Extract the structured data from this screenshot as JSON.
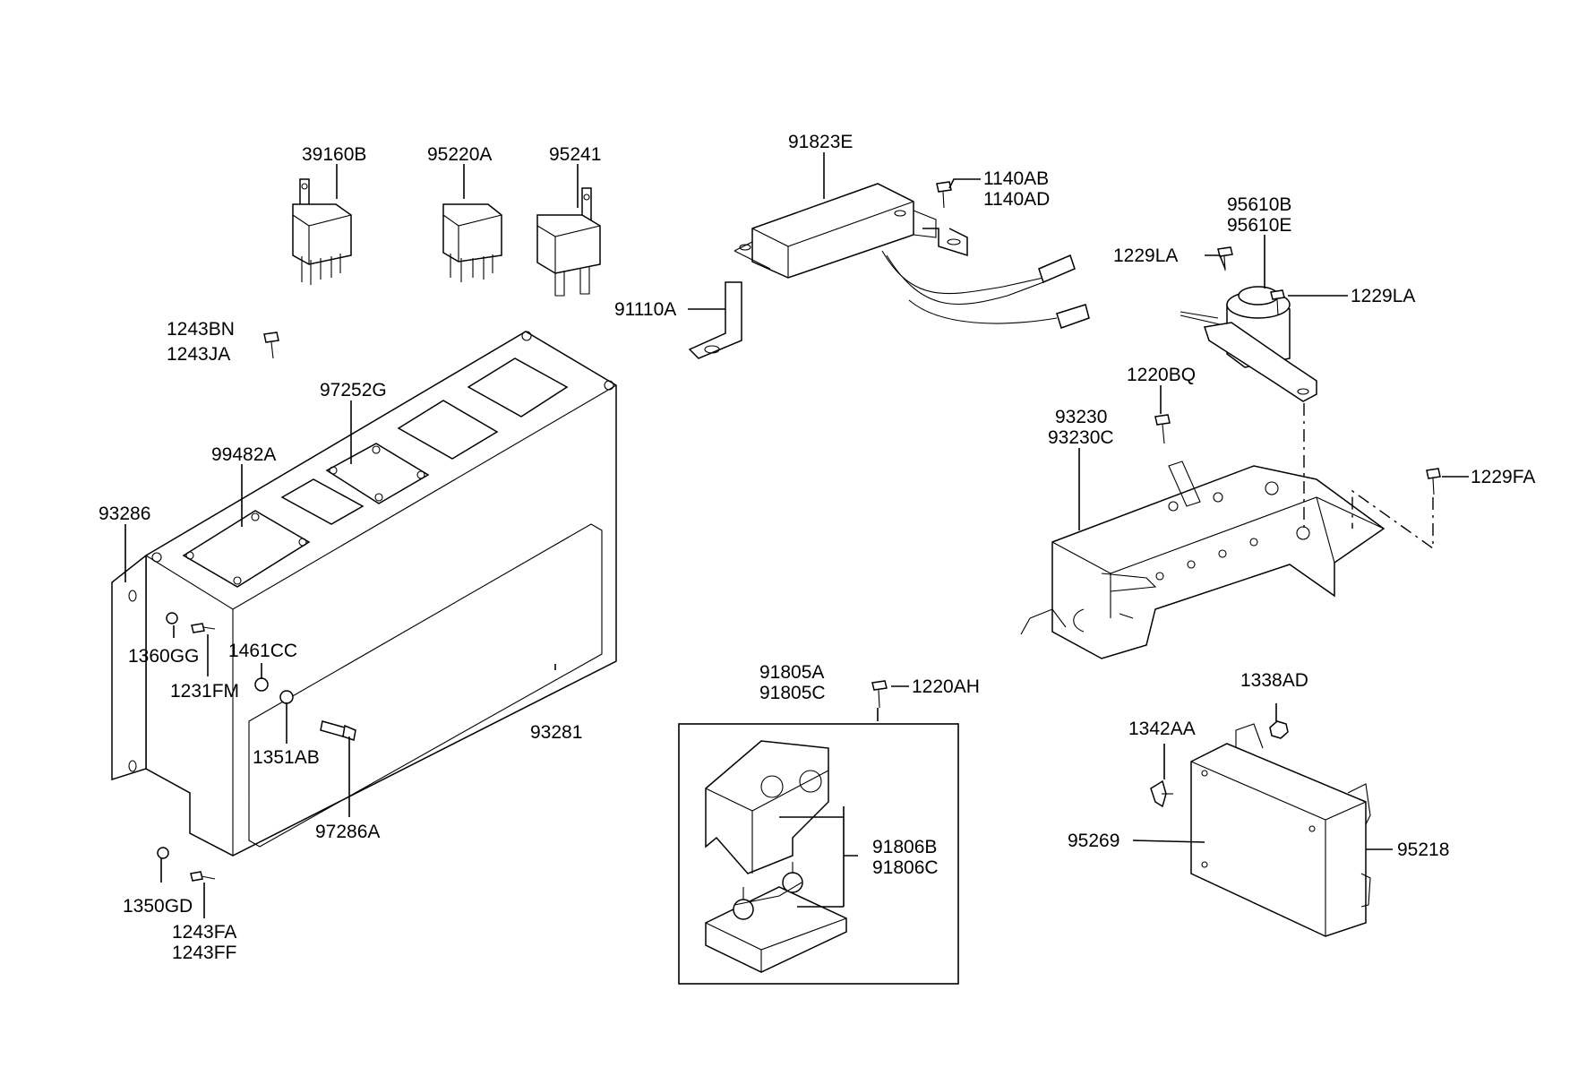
{
  "diagram": {
    "labels": {
      "p39160B": "39160B",
      "p95220A": "95220A",
      "p95241": "95241",
      "p91823E": "91823E",
      "p1140AB": "1140AB",
      "p1140AD": "1140AD",
      "p91110A": "91110A",
      "p95610B": "95610B",
      "p95610E": "95610E",
      "p1229LA_1": "1229LA",
      "p1229LA_2": "1229LA",
      "p1220BQ": "1220BQ",
      "p93230": "93230",
      "p93230C": "93230C",
      "p1229FA": "1229FA",
      "p1243BN": "1243BN",
      "p1243JA": "1243JA",
      "p97252G": "97252G",
      "p99482A": "99482A",
      "p93286": "93286",
      "p1360GG": "1360GG",
      "p1231FM": "1231FM",
      "p1461CC": "1461CC",
      "p1351AB": "1351AB",
      "p93281": "93281",
      "p97286A": "97286A",
      "p1350GD": "1350GD",
      "p1243FA": "1243FA",
      "p1243FF": "1243FF",
      "p91805A": "91805A",
      "p91805C": "91805C",
      "p1220AH": "1220AH",
      "p91806B": "91806B",
      "p91806C": "91806C",
      "p1338AD": "1338AD",
      "p1342AA": "1342AA",
      "p95269": "95269",
      "p95218": "95218"
    }
  }
}
